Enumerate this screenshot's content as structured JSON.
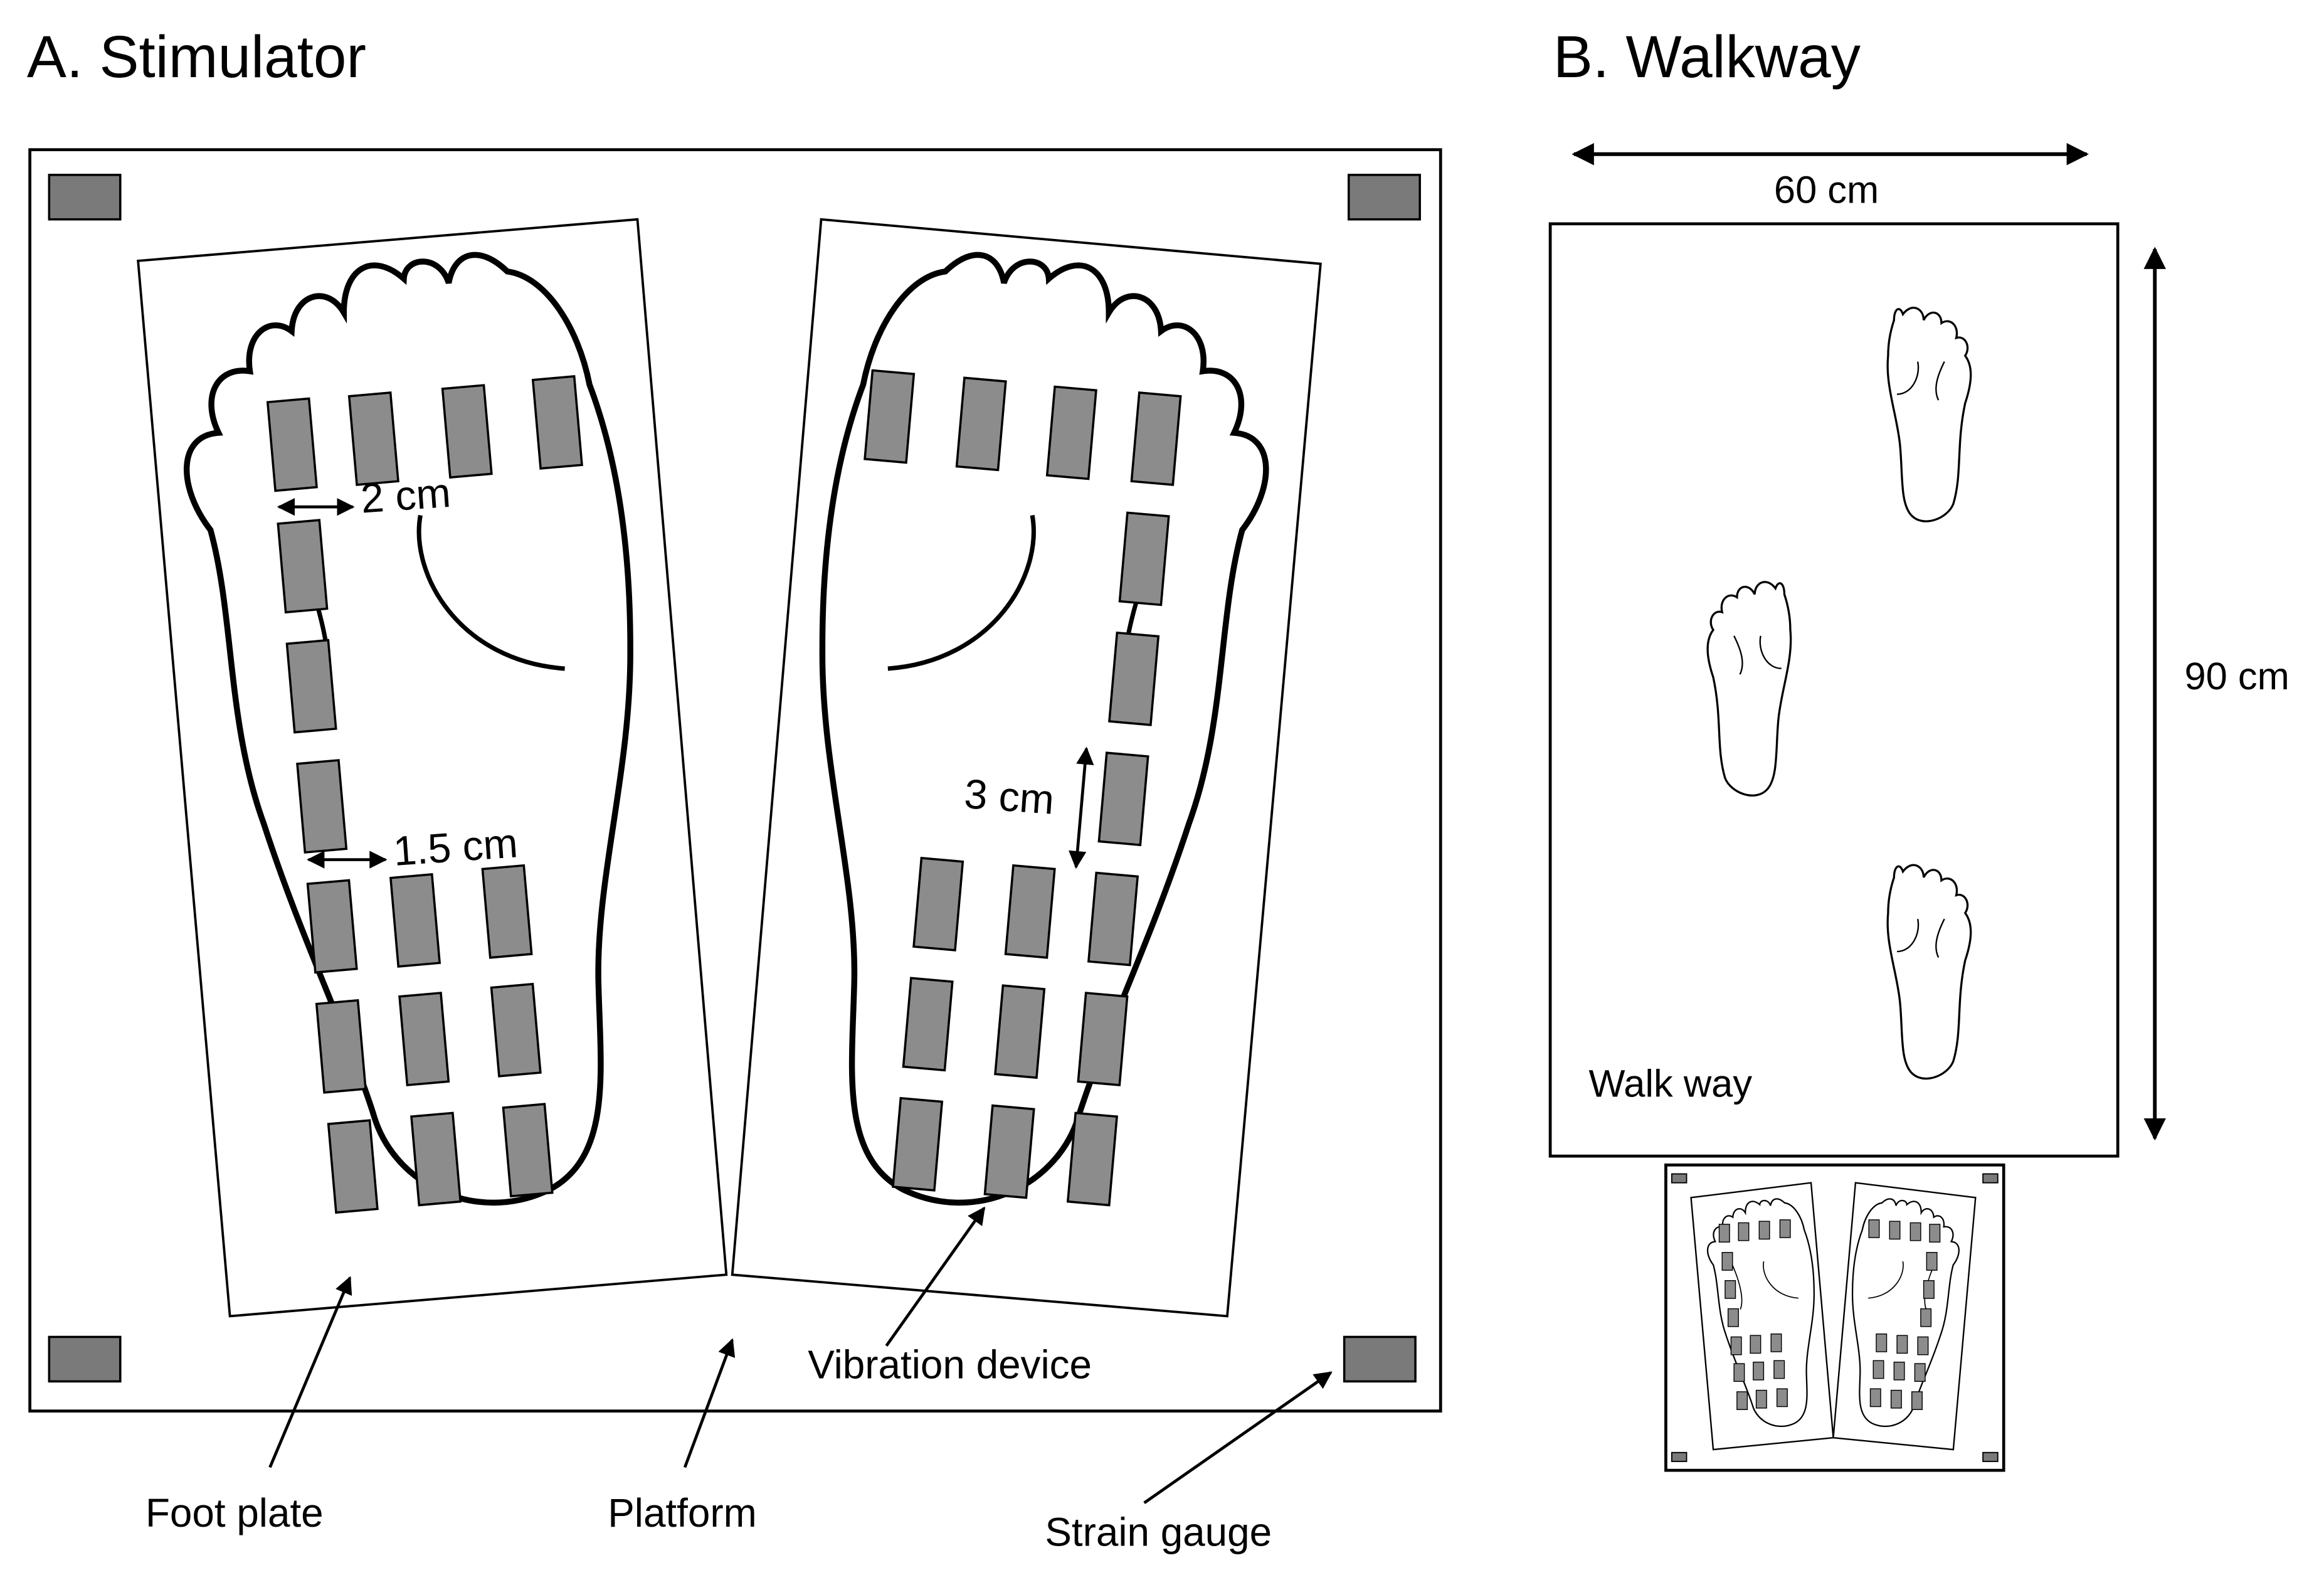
{
  "panel_a": {
    "title": "A. Stimulator",
    "dim_toe_spacing": "2 cm",
    "dim_column_spacing": "1.5 cm",
    "dim_row_spacing": "3 cm",
    "label_foot_plate": "Foot plate",
    "label_platform": "Platform",
    "label_vibration_device": "Vibration device",
    "label_strain_gauge": "Strain gauge"
  },
  "panel_b": {
    "title": "B. Walkway",
    "width_label": "60 cm",
    "height_label": "90 cm",
    "walkway_label": "Walk way"
  },
  "colors": {
    "device_fill": "#8c8c8c",
    "gauge_fill": "#7a7a7a",
    "line": "#000000"
  }
}
